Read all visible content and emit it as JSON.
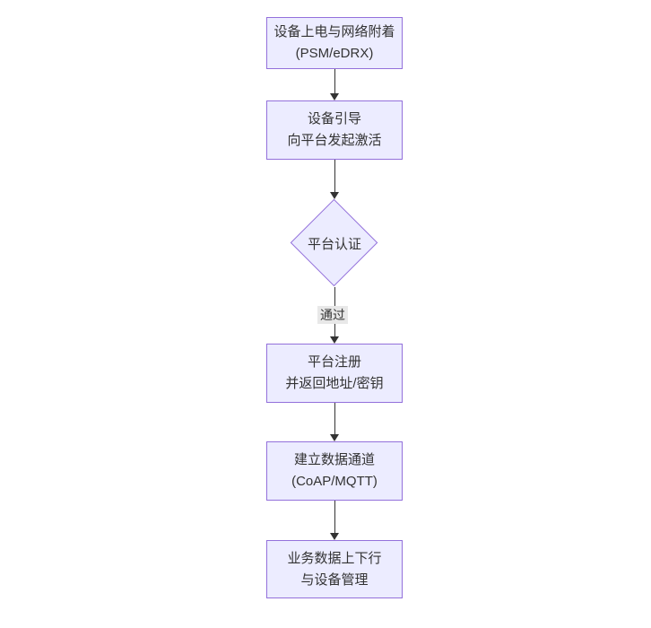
{
  "diagram": {
    "kind": "flowchart",
    "direction": "top-down",
    "colors": {
      "background": "#ffffff",
      "node_fill": "#ECECFF",
      "node_border": "#9370DB",
      "text": "#333333",
      "edge": "#333333",
      "edge_label_bg": "#e8e8e8"
    },
    "nodes": [
      {
        "id": "power-on",
        "shape": "rect",
        "line1": "设备上电与网络附着",
        "line2": "(PSM/eDRX)"
      },
      {
        "id": "bootstrap",
        "shape": "rect",
        "line1": "设备引导",
        "line2": "向平台发起激活"
      },
      {
        "id": "auth",
        "shape": "diamond",
        "line1": "平台认证",
        "line2": ""
      },
      {
        "id": "register",
        "shape": "rect",
        "line1": "平台注册",
        "line2": "并返回地址/密钥"
      },
      {
        "id": "channel",
        "shape": "rect",
        "line1": "建立数据通道",
        "line2": "(CoAP/MQTT)"
      },
      {
        "id": "business",
        "shape": "rect",
        "line1": "业务数据上下行",
        "line2": "与设备管理"
      }
    ],
    "edges": [
      {
        "from": "power-on",
        "to": "bootstrap",
        "label": ""
      },
      {
        "from": "bootstrap",
        "to": "auth",
        "label": ""
      },
      {
        "from": "auth",
        "to": "register",
        "label": "通过"
      },
      {
        "from": "register",
        "to": "channel",
        "label": ""
      },
      {
        "from": "channel",
        "to": "business",
        "label": ""
      }
    ]
  }
}
